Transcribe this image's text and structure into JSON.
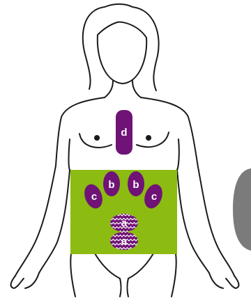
{
  "colors": {
    "outline": "#1a1a1a",
    "pad": "#8cbb12",
    "marker": "#6f1376",
    "marker_text": "#ffffff",
    "side_device": "#7b7b7b"
  },
  "markers": {
    "d": "d",
    "b_left": "b",
    "b_right": "b",
    "c_left": "c",
    "c_right": "c",
    "a_top": "a",
    "a_bottom": "a"
  }
}
